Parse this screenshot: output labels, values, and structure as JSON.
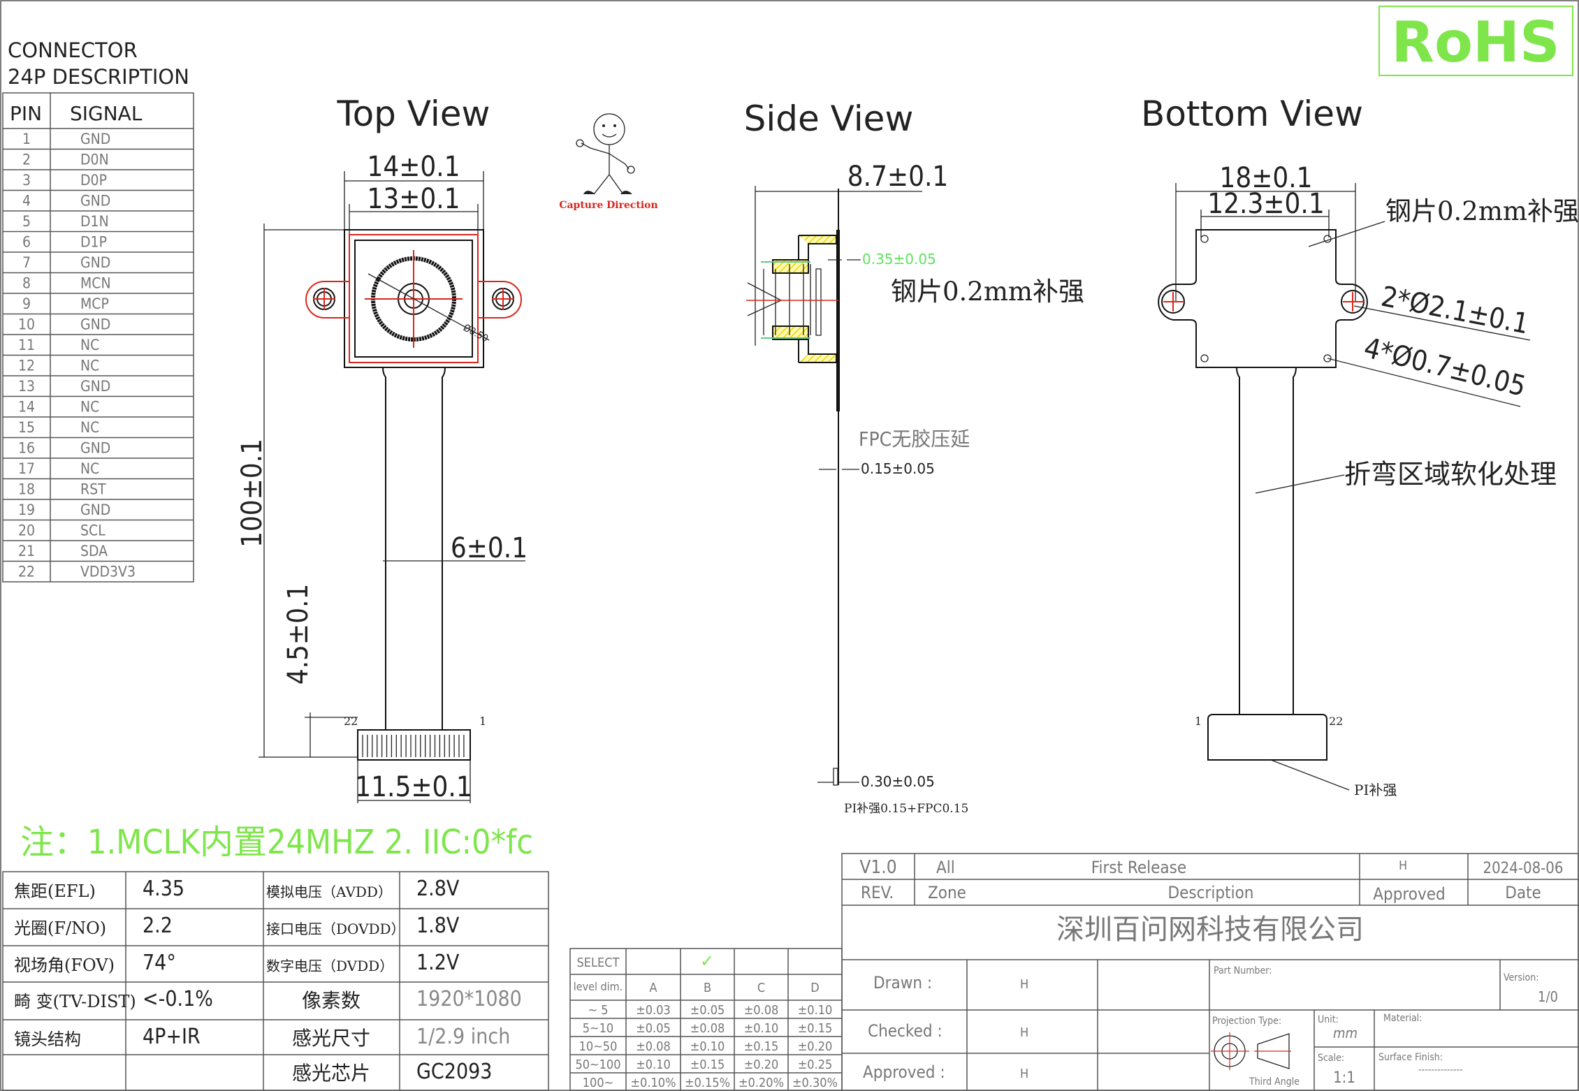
{
  "connector": {
    "title_line1": "CONNECTOR",
    "title_line2": "24P DESCRIPTION",
    "col_pin": "PIN",
    "col_signal": "SIGNAL",
    "pins": [
      {
        "pin": "1",
        "signal": "GND"
      },
      {
        "pin": "2",
        "signal": "D0N"
      },
      {
        "pin": "3",
        "signal": "D0P"
      },
      {
        "pin": "4",
        "signal": "GND"
      },
      {
        "pin": "5",
        "signal": "D1N"
      },
      {
        "pin": "6",
        "signal": "D1P"
      },
      {
        "pin": "7",
        "signal": "GND"
      },
      {
        "pin": "8",
        "signal": "MCN"
      },
      {
        "pin": "9",
        "signal": "MCP"
      },
      {
        "pin": "10",
        "signal": "GND"
      },
      {
        "pin": "11",
        "signal": "NC"
      },
      {
        "pin": "12",
        "signal": "NC"
      },
      {
        "pin": "13",
        "signal": "GND"
      },
      {
        "pin": "14",
        "signal": "NC"
      },
      {
        "pin": "15",
        "signal": "NC"
      },
      {
        "pin": "16",
        "signal": "GND"
      },
      {
        "pin": "17",
        "signal": "NC"
      },
      {
        "pin": "18",
        "signal": "RST"
      },
      {
        "pin": "19",
        "signal": "GND"
      },
      {
        "pin": "20",
        "signal": "SCL"
      },
      {
        "pin": "21",
        "signal": "SDA"
      },
      {
        "pin": "22",
        "signal": "VDD3V3"
      }
    ]
  },
  "rohs": {
    "label": "RoHS",
    "color": "#7ee64a"
  },
  "capture": {
    "label": "Capture Direction",
    "icon": "stick-figure-icon"
  },
  "top_view": {
    "title": "Top View",
    "dim_width_outer": "14±0.1",
    "dim_width_inner": "13±0.1",
    "dim_lens": "Ø8.50",
    "dim_length": "100±0.1",
    "dim_connector_len": "4.5±0.1",
    "dim_flex_width": "6±0.1",
    "dim_connector_width": "11.5±0.1",
    "pin_left": "22",
    "pin_right": "1"
  },
  "side_view": {
    "title": "Side View",
    "dim_height": "8.7±0.1",
    "dim_stiffener": "0.35±0.05",
    "note_stiffener": "钢片0.2mm补强",
    "note_fpc": "FPC无胶压延",
    "dim_fpc": "0.15±0.05",
    "dim_end": "0.30±0.05",
    "note_end": "PI补强0.15+FPC0.15"
  },
  "bottom_view": {
    "title": "Bottom View",
    "dim_width_outer": "18±0.1",
    "dim_width_inner": "12.3±0.1",
    "note_stiffener": "钢片0.2mm补强",
    "dim_holes_large": "2*Ø2.1±0.1",
    "dim_holes_small": "4*Ø0.7±0.05",
    "note_bend": "折弯区域软化处理",
    "note_pi": "PI补强",
    "pin_left": "1",
    "pin_right": "22"
  },
  "note": "注：1.MCLK内置24MHZ    2. IIC:0*fc",
  "specs": {
    "rows": [
      [
        "焦距(EFL)",
        "4.35",
        "模拟电压（AVDD）",
        "2.8V"
      ],
      [
        "光圈(F/NO)",
        "2.2",
        "接口电压（DOVDD）",
        "1.8V"
      ],
      [
        "视场角(FOV)",
        "74°",
        "数字电压（DVDD）",
        "1.2V"
      ],
      [
        "畸 变(TV-DIST)",
        "<-0.1%",
        "像素数",
        "1920*1080"
      ],
      [
        "镜头结构",
        "4P+IR",
        "感光尺寸",
        "1/2.9 inch"
      ],
      [
        "",
        "",
        "感光芯片",
        "GC2093"
      ]
    ]
  },
  "tolerance": {
    "select_label": "SELECT",
    "selected_mark": "✓",
    "level_label": "level dim.",
    "grades": [
      "A",
      "B",
      "C",
      "D"
    ],
    "rows": [
      [
        "~ 5",
        "±0.03",
        "±0.05",
        "±0.08",
        "±0.10"
      ],
      [
        "5~10",
        "±0.05",
        "±0.08",
        "±0.10",
        "±0.15"
      ],
      [
        "10~50",
        "±0.08",
        "±0.10",
        "±0.15",
        "±0.20"
      ],
      [
        "50~100",
        "±0.10",
        "±0.15",
        "±0.20",
        "±0.25"
      ],
      [
        "100~",
        "±0.10%",
        "±0.15%",
        "±0.20%",
        "±0.30%"
      ]
    ]
  },
  "title_block": {
    "rev": "V1.0",
    "zone": "All",
    "description": "First Release",
    "approved": "H",
    "date": "2024-08-06",
    "h_rev": "REV.",
    "h_zone": "Zone",
    "h_description": "Description",
    "h_approved": "Approved",
    "h_date": "Date",
    "company": "深圳百问网科技有限公司",
    "drawn_label": "Drawn :",
    "drawn_value": "H",
    "checked_label": "Checked :",
    "checked_value": "H",
    "approved_label": "Approved :",
    "approved_value": "H",
    "part_number_label": "Part Number:",
    "version_label": "Version:",
    "version_value": "1/0",
    "projection_label": "Projection Type:",
    "projection_value": "Third Angle",
    "unit_label": "Unit:",
    "unit_value": "mm",
    "material_label": "Material:",
    "scale_label": "Scale:",
    "scale_value": "1:1",
    "surface_label": "Surface Finish:",
    "surface_value": "--------------"
  }
}
